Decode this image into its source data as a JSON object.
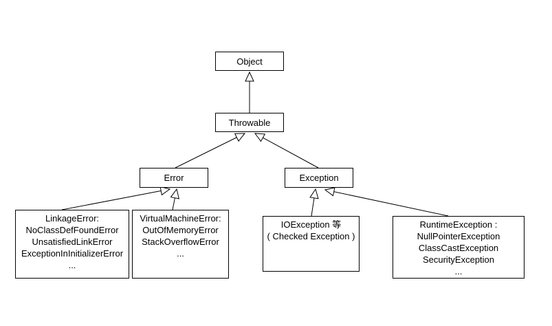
{
  "diagram": {
    "description": "Java Throwable class hierarchy diagram",
    "colors": {
      "stroke": "#000000",
      "background": "#ffffff",
      "text": "#000000"
    },
    "nodes": {
      "object": {
        "label": "Object"
      },
      "throwable": {
        "label": "Throwable"
      },
      "error": {
        "label": "Error"
      },
      "exception": {
        "label": "Exception"
      },
      "linkage_error": {
        "lines": [
          "LinkageError:",
          "NoClassDefFoundError",
          "UnsatisfiedLinkError",
          "ExceptionInInitializerError",
          "..."
        ]
      },
      "virtual_machine_error": {
        "lines": [
          "VirtualMachineError:",
          "OutOfMemoryError",
          "StackOverflowError",
          "..."
        ]
      },
      "io_exception": {
        "lines": [
          "IOException 等",
          "( Checked Exception )"
        ]
      },
      "runtime_exception": {
        "lines": [
          "RuntimeException :",
          "NullPointerException",
          "ClassCastException",
          "SecurityException",
          "..."
        ]
      }
    },
    "edges": [
      {
        "from": "throwable",
        "to": "object",
        "type": "generalization"
      },
      {
        "from": "error",
        "to": "throwable",
        "type": "generalization"
      },
      {
        "from": "exception",
        "to": "throwable",
        "type": "generalization"
      },
      {
        "from": "linkage_error",
        "to": "error",
        "type": "generalization"
      },
      {
        "from": "virtual_machine_error",
        "to": "error",
        "type": "generalization"
      },
      {
        "from": "io_exception",
        "to": "exception",
        "type": "generalization"
      },
      {
        "from": "runtime_exception",
        "to": "exception",
        "type": "generalization"
      }
    ]
  }
}
